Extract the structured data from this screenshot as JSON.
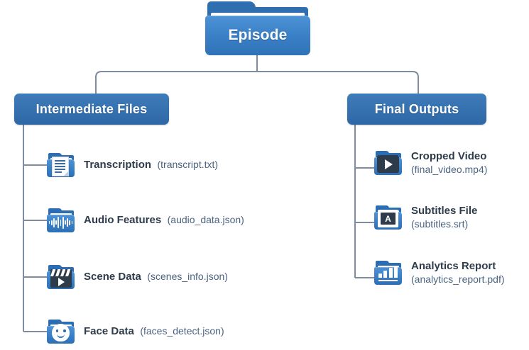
{
  "diagram": {
    "root": {
      "label": "Episode",
      "icon": "folder-icon"
    },
    "branches": [
      {
        "id": "intermediate",
        "label": "Intermediate Files",
        "items": [
          {
            "name": "Transcription",
            "file": "(transcript.txt)",
            "icon": "document-folder-icon"
          },
          {
            "name": "Audio Features",
            "file": "(audio_data.json)",
            "icon": "waveform-folder-icon"
          },
          {
            "name": "Scene Data",
            "file": "(scenes_info.json)",
            "icon": "clapperboard-folder-icon"
          },
          {
            "name": "Face Data",
            "file": "(faces_detect.json)",
            "icon": "face-folder-icon"
          }
        ]
      },
      {
        "id": "final",
        "label": "Final Outputs",
        "items": [
          {
            "name": "Cropped Video",
            "file": "(final_video.mp4)",
            "icon": "play-folder-icon"
          },
          {
            "name": "Subtitles File",
            "file": "(subtitles.srt)",
            "icon": "closed-captions-folder-icon"
          },
          {
            "name": "Analytics Report",
            "file": "(analytics_report.pdf)",
            "icon": "bar-chart-folder-icon"
          }
        ]
      }
    ]
  },
  "colors": {
    "folder_blue": "#2f6fb0",
    "folder_blue_light": "#4e93d6",
    "box_blue": "#3f7cba",
    "box_blue_dark": "#2e67a6",
    "connector": "#7d8c9e",
    "title_text": "#2e3b4a",
    "file_text": "#4a6381",
    "background": "#ffffff"
  }
}
